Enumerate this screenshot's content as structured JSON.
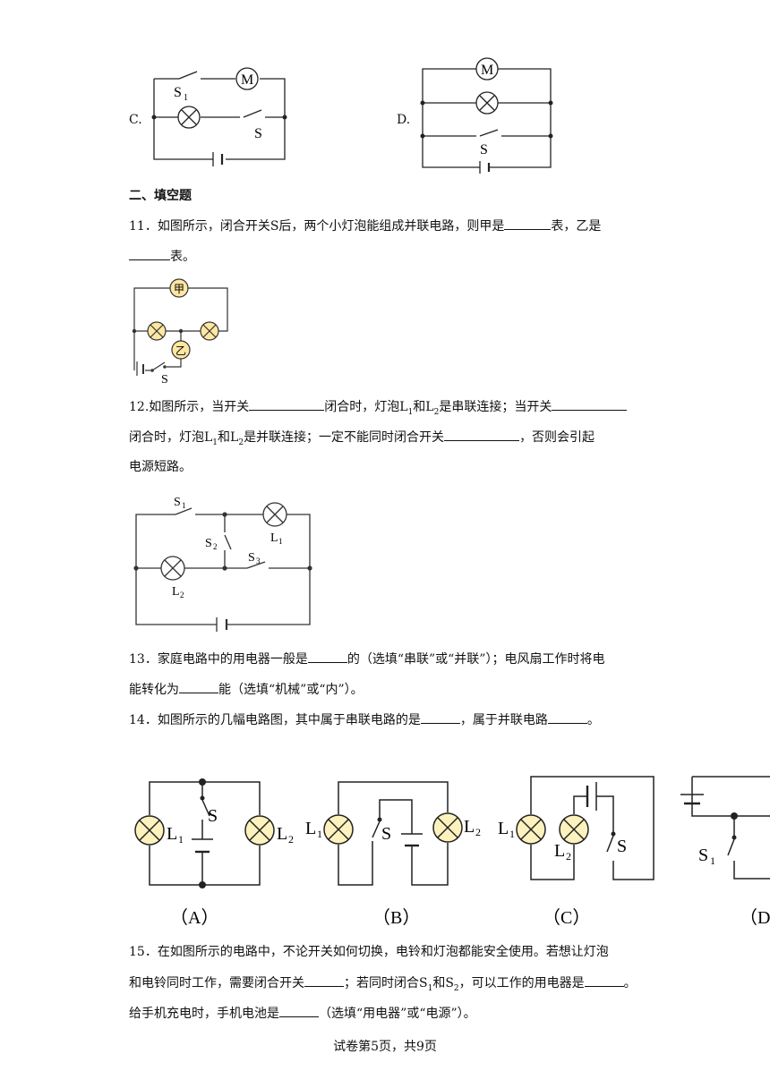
{
  "options": {
    "c_label": "C.",
    "d_label": "D."
  },
  "section_title": "二、填空题",
  "q11": {
    "line1_a": "11．如图所示，闭合开关S后，两个小灯泡能组成并联电路，则甲是",
    "line1_b": "表，乙是",
    "line2_b": "表。",
    "meter1": "甲",
    "meter2": "乙",
    "switch": "S"
  },
  "q12": {
    "line1_a": "12.如图所示，当开关",
    "line1_b": "闭合时，灯泡L",
    "line1_c": "和L",
    "line1_d": "是串联连接；当开关",
    "line2_a": "闭合时，灯泡L",
    "line2_b": "和L",
    "line2_c": "是并联连接；一定不能同时闭合开关",
    "line2_d": "，否则会引起",
    "line3": "电源短路。"
  },
  "q13": {
    "line1_a": "13．家庭电路中的用电器一般是",
    "line1_b": "的（选填“串联”或“并联”）；电风扇工作时将电",
    "line2_a": "能转化为",
    "line2_b": "能（选填“机械”或“内”）。"
  },
  "q14": {
    "line1_a": "14．如图所示的几幅电路图，其中属于串联电路的是",
    "line1_b": "，属于并联电路",
    "line1_c": "。",
    "captions": [
      "（A）",
      "（B）",
      "（C）",
      "（D"
    ]
  },
  "q15": {
    "line1": "15．在如图所示的电路中，不论开关如何切换，电铃和灯泡都能安全使用。若想让灯泡",
    "line2_a": "和电铃同时工作，需要闭合开关",
    "line2_b": "；若同时闭合S",
    "line2_c": "和S",
    "line2_d": "，可以工作的用电器是",
    "line2_e": "。",
    "line3_a": "给手机充电时，手机电池是",
    "line3_b": "（选填“用电器”或“电源”）。"
  },
  "footer": "试卷第5页，共9页"
}
